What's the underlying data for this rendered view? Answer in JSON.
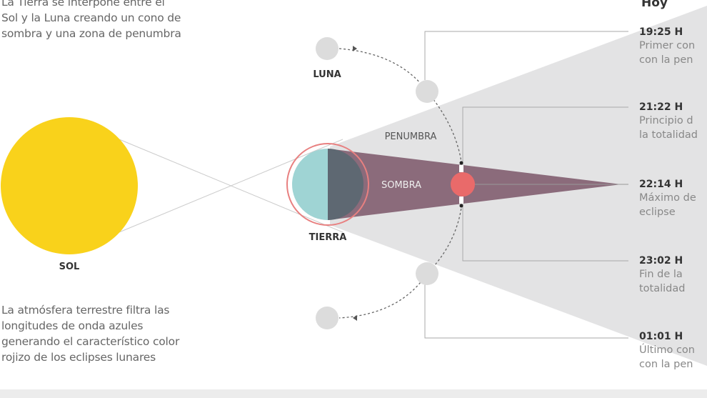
{
  "intro_text": [
    "La Tierra se interpone entre el",
    "Sol y la Luna creando un cono de",
    "sombra y una zona de penumbra"
  ],
  "bottom_text": [
    "La atmósfera terrestre filtra las",
    "longitudes de onda azules",
    "generando el característico color",
    "rojizo de los eclipses lunares"
  ],
  "labels": {
    "sun": "SOL",
    "earth": "TIERRA",
    "moon": "LUNA",
    "penumbra": "PENUMBRA",
    "umbra": "SOMBRA"
  },
  "timeline": {
    "title": "Hoy",
    "events": [
      {
        "time": "19:25 H",
        "lines": [
          "Primer con",
          "con la pen"
        ]
      },
      {
        "time": "21:22 H",
        "lines": [
          "Principio d",
          "la totalidad"
        ]
      },
      {
        "time": "22:14 H",
        "lines": [
          "Máximo de",
          "eclipse"
        ]
      },
      {
        "time": "23:02 H",
        "lines": [
          "Fin de la",
          "totalidad"
        ]
      },
      {
        "time": "01:01 H",
        "lines": [
          "Último con",
          "con la pen"
        ]
      }
    ]
  },
  "colors": {
    "sun": "#F9D21B",
    "penumbra": "#E3E3E4",
    "umbra": "#8B6B7B",
    "earth_day": "#9FD4D4",
    "earth_night": "#5E6872",
    "moon_eclipse": "#E96A6A",
    "moon": "#DCDCDC"
  }
}
